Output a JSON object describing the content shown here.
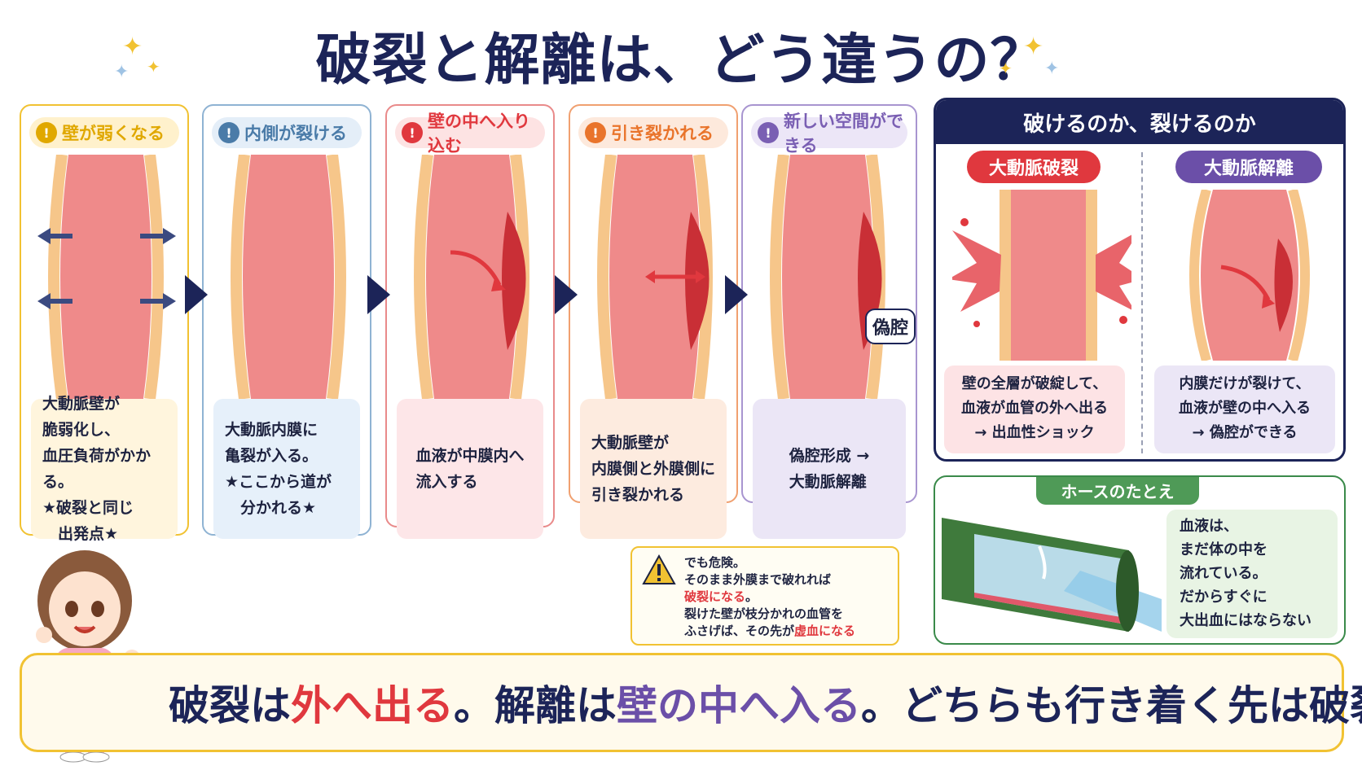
{
  "title": "破裂と解離は、どう違うの？",
  "steps": [
    {
      "badge": "!",
      "header": "壁が弱くなる",
      "text": "大動脈壁が\n脆弱化し、\n血圧負荷がかかる。\n★破裂と同じ\n　出発点★",
      "accent": "#e0a800",
      "header_bg": "#fff1cc",
      "desc_bg": "#fff5dd",
      "border": "#f1c232"
    },
    {
      "badge": "!",
      "header": "内側が裂ける",
      "text": "大動脈内膜に\n亀裂が入る。\n★ここから道が\n　分かれる★",
      "accent": "#4a7ba8",
      "header_bg": "#e4eef8",
      "desc_bg": "#e6f0fa",
      "border": "#8fb3d3"
    },
    {
      "badge": "!",
      "header": "壁の中へ入り込む",
      "text": "血液が中膜内へ\n流入する",
      "accent": "#e0383e",
      "header_bg": "#fde3e3",
      "desc_bg": "#fde6e8",
      "border": "#e98a8a"
    },
    {
      "badge": "!",
      "header": "引き裂かれる",
      "text": "大動脈壁が\n内膜側と外膜側に\n引き裂かれる",
      "accent": "#e9742b",
      "header_bg": "#fde9dc",
      "desc_bg": "#fdebdf",
      "border": "#f0a070"
    },
    {
      "badge": "!",
      "header": "新しい空間ができる",
      "text": "偽腔形成 →\n大動脈解離",
      "accent": "#7a5fb3",
      "header_bg": "#ece6f7",
      "desc_bg": "#ebe6f6",
      "border": "#a895d0"
    }
  ],
  "false_lumen_label": "偽腔",
  "warning": {
    "line1": "でも危険。",
    "line2": "そのまま外膜まで破れれば",
    "line3_red": "破裂になる",
    "line3_end": "。",
    "line4": "裂けた壁が枝分かれの血管を",
    "line5_start": "ふさげば、その先が",
    "line5_red": "虚血になる"
  },
  "compare": {
    "title": "破けるのか、裂けるのか",
    "left_label": "大動脈破裂",
    "left_text": "壁の全層が破綻して、\n血液が血管の外へ出る\n→ 出血性ショック",
    "right_label": "大動脈解離",
    "right_text": "内膜だけが裂けて、\n血液が壁の中へ入る\n→ 偽腔ができる"
  },
  "hose": {
    "title": "ホースのたとえ",
    "text": "血液は、\nまだ体の中を\n流れている。\nだからすぐに\n大出血にはならない"
  },
  "bottom": {
    "p1": "破裂は",
    "p2": "外へ出る",
    "p3": "。解離は",
    "p4": "壁の中へ入る",
    "p5": "。どちらも行き着く先は破裂"
  },
  "colors": {
    "navy": "#1c2458",
    "red": "#e0383e",
    "purple": "#6b4fa8",
    "yellow": "#f1c232",
    "green": "#4f9a57"
  }
}
